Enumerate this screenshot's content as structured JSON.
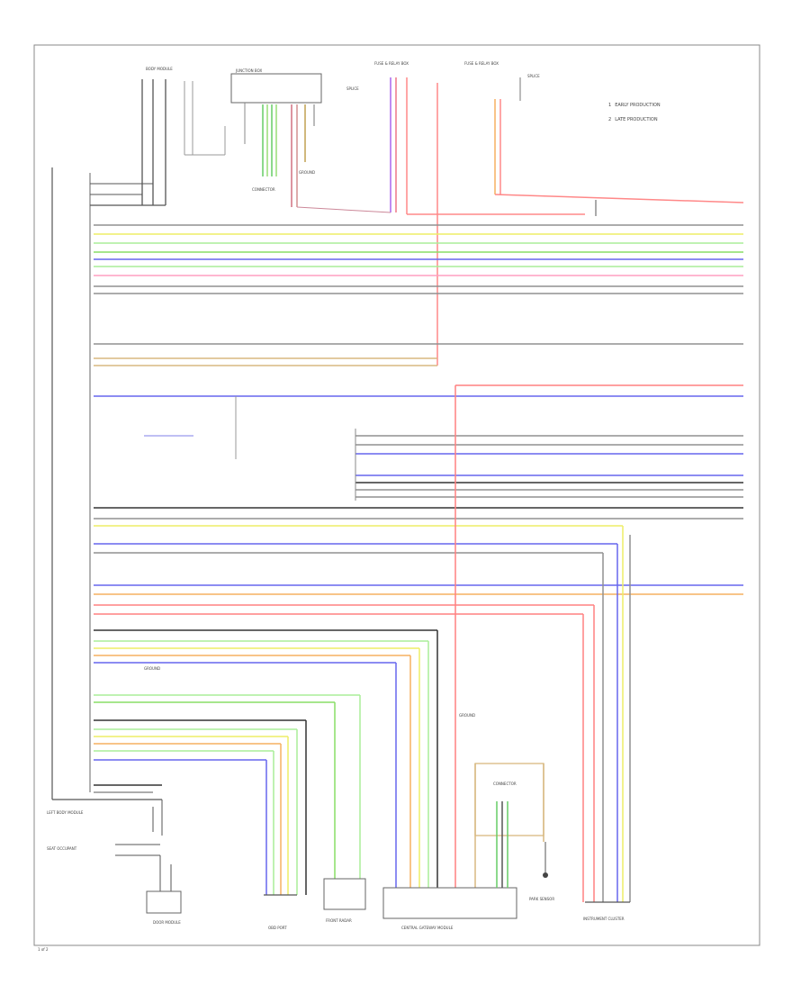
{
  "legend": {
    "items": [
      {
        "key": "1",
        "text": "EARLY PRODUCTION"
      },
      {
        "key": "2",
        "text": "LATE PRODUCTION"
      }
    ]
  },
  "components": {
    "body_module_top": "BODY MODULE",
    "junction_box": "JUNCTION BOX",
    "fuse_relay_left": "FUSE & RELAY BOX",
    "fuse_relay_right": "FUSE & RELAY BOX",
    "instrument_cluster": "INSTRUMENT CLUSTER",
    "left_body_module": "LEFT BODY MODULE",
    "obd_port": "OBD PORT",
    "front_radar": "FRONT RADAR",
    "central_gateway": "CENTRAL GATEWAY MODULE",
    "park_sensor": "PARK SENSOR",
    "seat_occupant": "SEAT OCCUPANT",
    "door_module": "DOOR MODULE",
    "connector_left": "CONNECTOR",
    "connector_bottom": "CONNECTOR",
    "splice_left": "SPLICE",
    "splice_right": "SPLICE",
    "ground_left": "GROUND",
    "ground_right": "GROUND",
    "ground_top": "GROUND"
  },
  "page_ref": "1 of 2",
  "wire_colors": {
    "red": "#ff8080",
    "pink": "#ff9fc0",
    "orange": "#f5b060",
    "yellow": "#eeee66",
    "green": "#88dd66",
    "light_green": "#aaee99",
    "blue": "#6666ee",
    "violet": "#aa66ee",
    "tan": "#d8b880",
    "gray": "#909090",
    "dark": "#333333"
  }
}
